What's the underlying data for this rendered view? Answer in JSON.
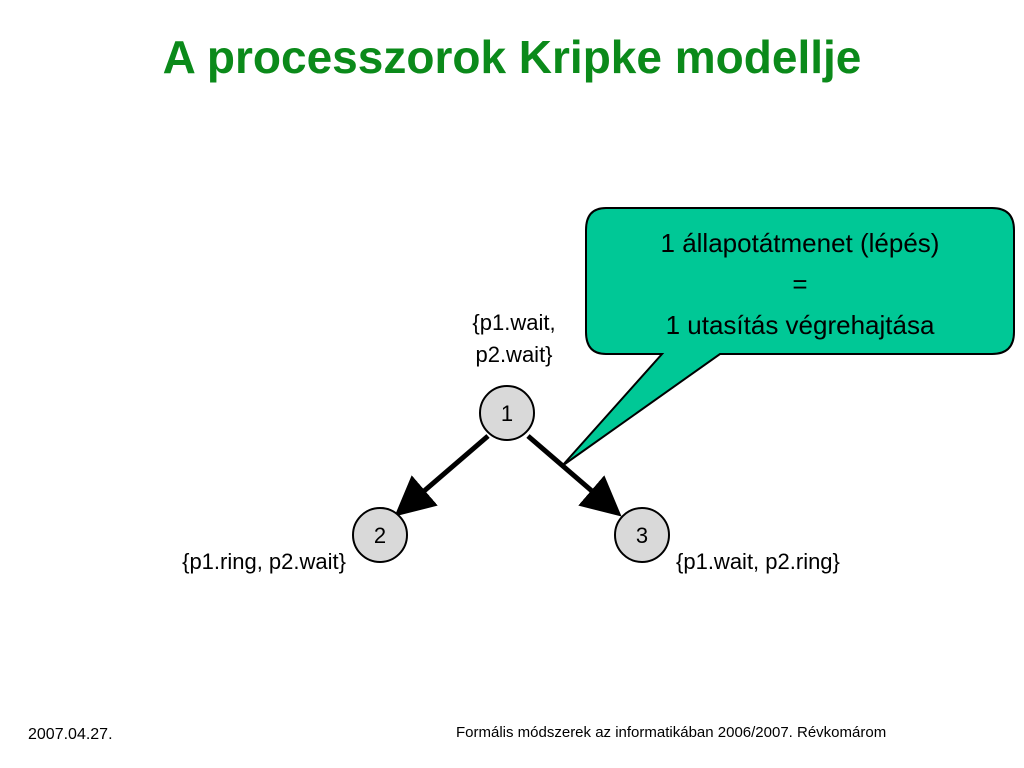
{
  "title": "A processzorok Kripke modellje",
  "colors": {
    "title": "#0b8a1a",
    "callout_fill": "#00c896",
    "node_fill": "#d9d9d9"
  },
  "nodes": [
    {
      "id": "1",
      "label": "1",
      "state": [
        "{p1.wait,",
        "p2.wait}"
      ]
    },
    {
      "id": "2",
      "label": "2",
      "state": [
        "{p1.ring, p2.wait}"
      ]
    },
    {
      "id": "3",
      "label": "3",
      "state": [
        "{p1.wait, p2.ring}"
      ]
    }
  ],
  "edges": [
    {
      "from": "1",
      "to": "2"
    },
    {
      "from": "1",
      "to": "3"
    }
  ],
  "callout": {
    "line1": "1 állapotátmenet (lépés)",
    "line2": "=",
    "line3": "1 utasítás végrehajtása"
  },
  "footer": {
    "date": "2007.04.27.",
    "course": "Formális módszerek az informatikában 2006/2007. Révkomárom"
  }
}
